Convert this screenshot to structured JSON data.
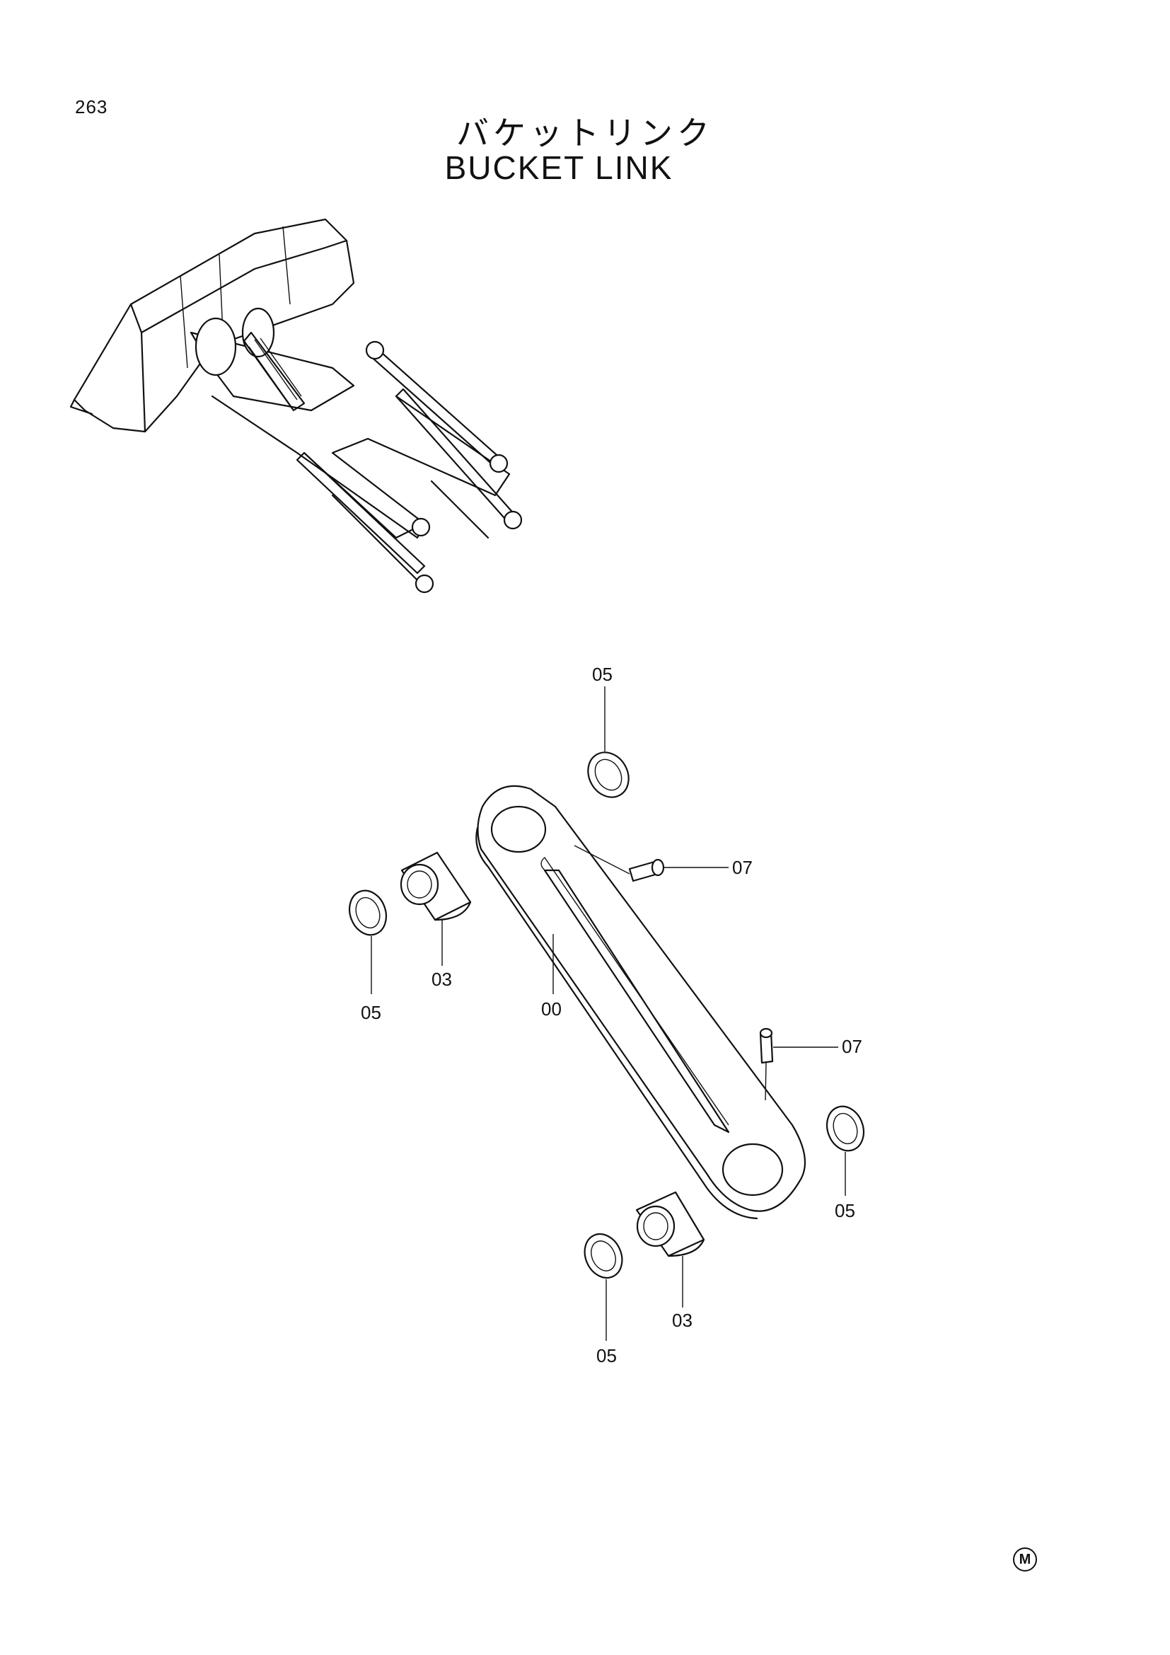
{
  "header": {
    "page_number": "263",
    "title_ja": "バケットリンク",
    "title_en": "BUCKET  LINK"
  },
  "callouts": [
    {
      "id": "c1",
      "label": "05"
    },
    {
      "id": "c2",
      "label": "07"
    },
    {
      "id": "c3",
      "label": "05"
    },
    {
      "id": "c4",
      "label": "03"
    },
    {
      "id": "c5",
      "label": "00"
    },
    {
      "id": "c6",
      "label": "07"
    },
    {
      "id": "c7",
      "label": "05"
    },
    {
      "id": "c8",
      "label": "03"
    },
    {
      "id": "c9",
      "label": "05"
    }
  ],
  "footer": {
    "mark": "M"
  }
}
